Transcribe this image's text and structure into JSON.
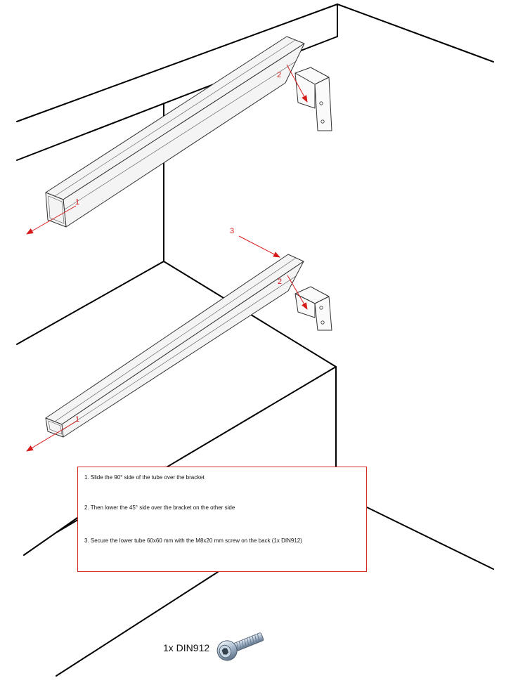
{
  "callouts": {
    "upper_tube_end": "1",
    "upper_tube_miter": "2",
    "lower_tube_end": "1",
    "lower_tube_miter": "2",
    "lower_tube_lower": "3"
  },
  "instructions": {
    "step1": "1. Slide the 90° side of the tube over the bracket",
    "step2": "2. Then lower the 45° side over the bracket on the other side",
    "step3": "3. Secure the lower tube 60x60 mm with the M8x20 mm screw on the back (1x DIN912)"
  },
  "part": {
    "label": "1x DIN912",
    "icon": "socket-head-screw-icon"
  },
  "colors": {
    "accent": "#d61a1a",
    "line": "#000000"
  }
}
